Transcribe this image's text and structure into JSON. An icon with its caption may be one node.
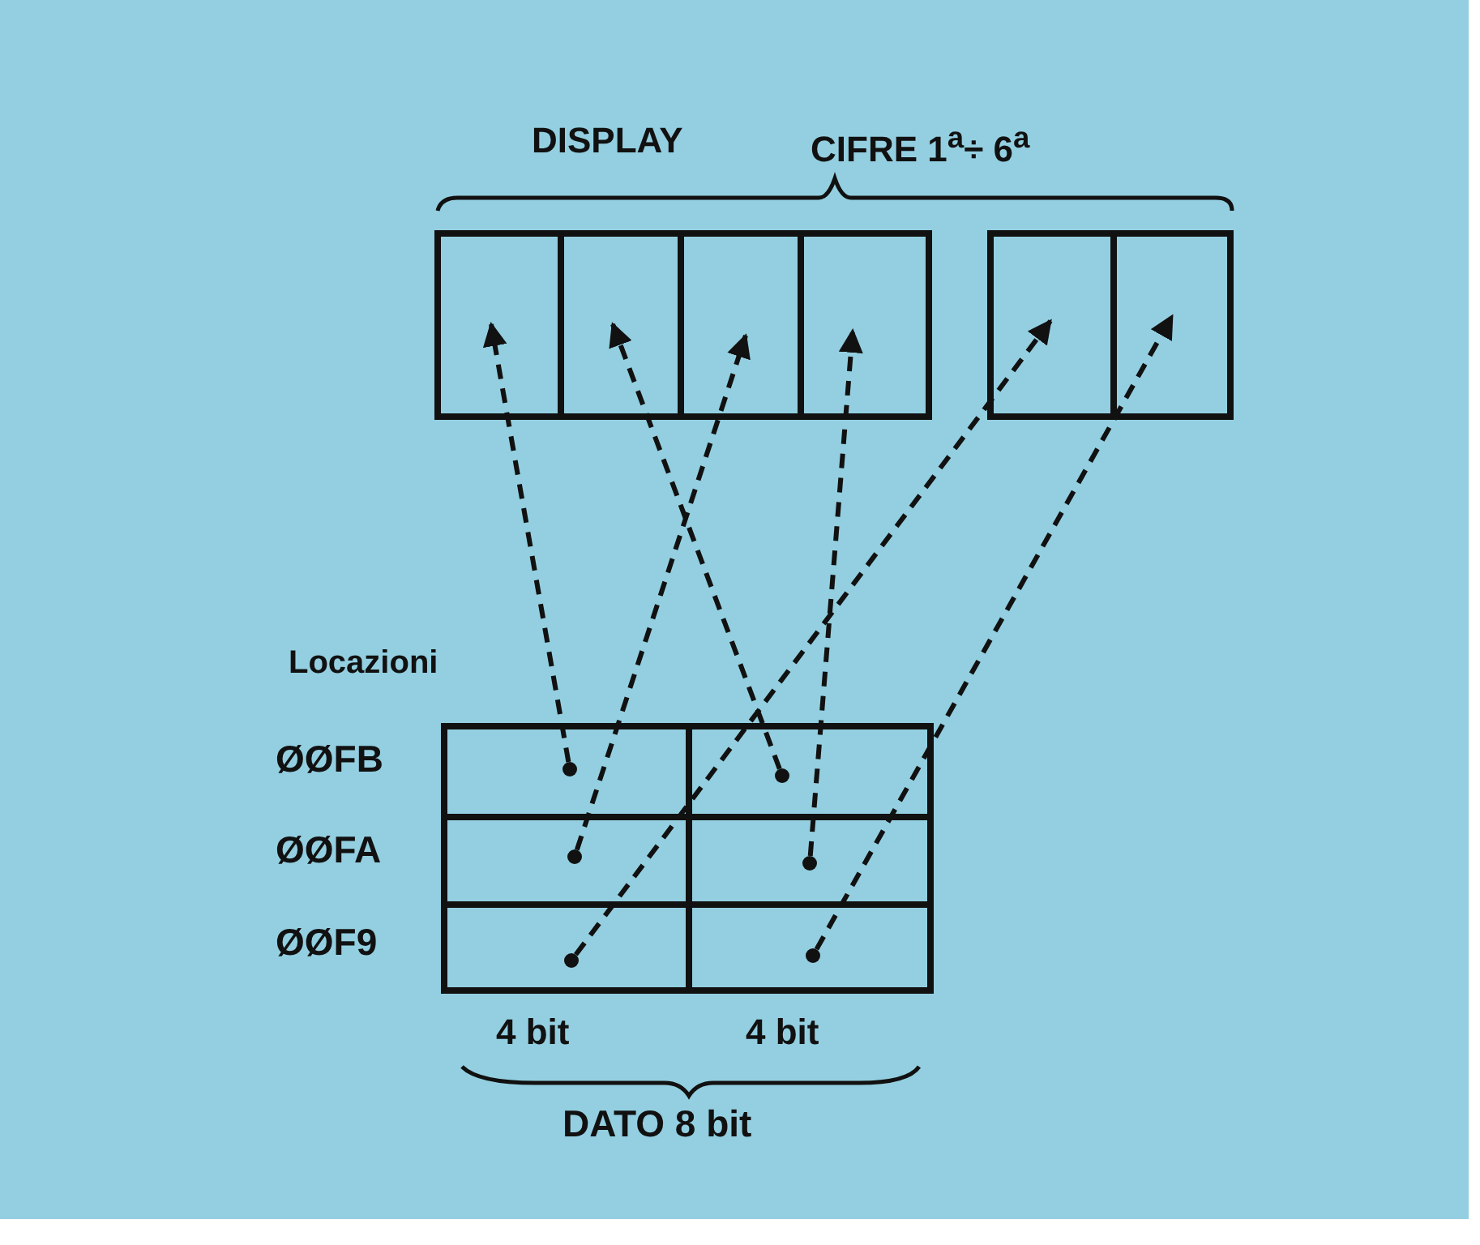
{
  "diagram": {
    "nodes": [
      {
        "text": [],
        "shape": "box"
      },
      {
        "text": [],
        "shape": "box"
      },
      {
        "text": [],
        "shape": "box"
      },
      {
        "text": [],
        "shape": "box"
      },
      {
        "text": [],
        "shape": "box"
      },
      {
        "text": [],
        "shape": "box"
      },
      {
        "text": [],
        "shape": "box"
      },
      {
        "text": [],
        "shape": "box"
      },
      {
        "text": [],
        "shape": "box"
      },
      {
        "text": [],
        "shape": "box"
      },
      {
        "text": [],
        "shape": "box"
      },
      {
        "text": [],
        "shape": "box"
      },
      {
        "text": [],
        "shape": "circle",
        "in": 6
      },
      {
        "text": [],
        "shape": "circle",
        "in": 7
      },
      {
        "text": [],
        "shape": "circle",
        "in": 8
      },
      {
        "text": [],
        "shape": "circle",
        "in": 9
      },
      {
        "text": [],
        "shape": "circle",
        "in": 10
      },
      {
        "text": [],
        "shape": "circle",
        "in": 11
      }
    ],
    "edges": [
      {
        "from": 12,
        "to": 0,
        "arrow": "to",
        "style": "dashed"
      },
      {
        "from": 13,
        "to": 1,
        "arrow": "to",
        "style": "dashed"
      },
      {
        "from": 14,
        "to": 2,
        "arrow": "to",
        "style": "dashed"
      },
      {
        "from": 15,
        "to": 3,
        "arrow": "to",
        "style": "dashed"
      },
      {
        "from": 16,
        "to": 4,
        "arrow": "to",
        "style": "dashed"
      },
      {
        "from": 17,
        "to": 5,
        "arrow": "to",
        "style": "dashed"
      }
    ],
    "labels": [
      "DISPLAY",
      "CIFRE 1$^{a}$÷ 6$^{a}$",
      "Locazioni",
      "ØØFB",
      "ØØFA",
      "ØØF9",
      "4 bit",
      "4 bit",
      "DATO 8 bit"
    ]
  }
}
